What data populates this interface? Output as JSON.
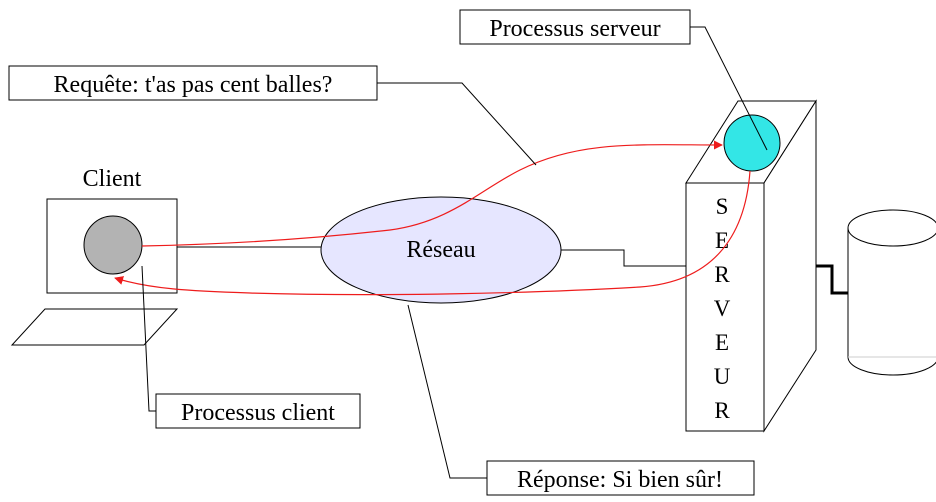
{
  "diagram": {
    "client": {
      "label": "Client"
    },
    "network": {
      "label": "Réseau"
    },
    "server": {
      "letters": [
        "S",
        "E",
        "R",
        "V",
        "E",
        "U",
        "R"
      ]
    },
    "callouts": {
      "request": "Requête: t'as pas cent balles?",
      "server_process": "Processus serveur",
      "client_process": "Processus client",
      "response": "Réponse: Si bien sûr!"
    },
    "colors": {
      "arrow": "#ee1c1c",
      "client_process_fill": "#b3b3b3",
      "server_process_fill": "#33e6e6",
      "network_fill": "#e6e6ff"
    }
  }
}
